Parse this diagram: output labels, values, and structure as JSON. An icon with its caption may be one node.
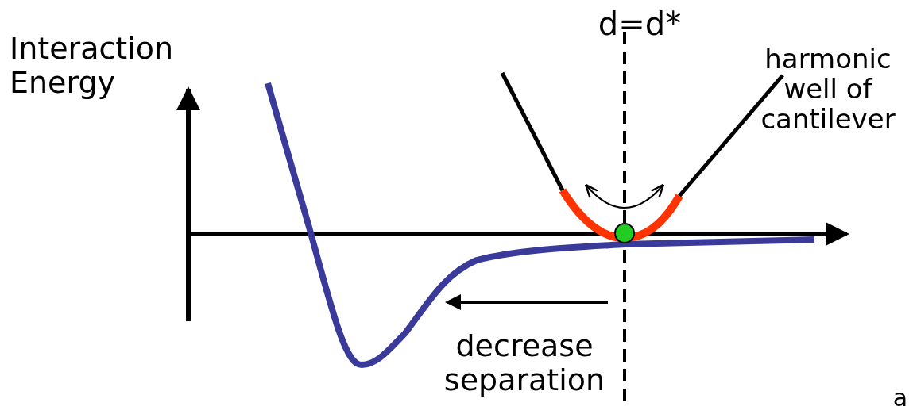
{
  "diagram": {
    "labels": [
      "Interaction Energy",
      "d=d*",
      "harmonic well of cantilever",
      "decrease separation",
      "a"
    ]
  }
}
